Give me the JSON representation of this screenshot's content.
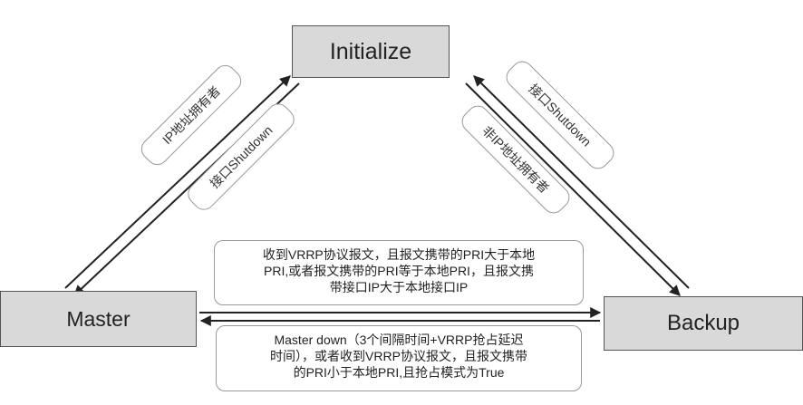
{
  "states": {
    "initialize": "Initialize",
    "master": "Master",
    "backup": "Backup"
  },
  "labels": {
    "master_up": "IP地址拥有者",
    "master_down": "接口Shutdown",
    "backup_up": "非IP地址拥有者",
    "backup_down": "接口Shutdown"
  },
  "transitions": {
    "backup_to_master": [
      "收到VRRP协议报文，且报文携带的PRI大于本地",
      "PRI,或者报文携带的PRI等于本地PRI，且报文携",
      "带接口IP大于本地接口IP"
    ],
    "master_to_backup": [
      "Master down（3个间隔时间+VRRP抢占延迟",
      "时间），或者收到VRRP协议报文，且报文携带",
      "的PRI小于本地PRI,且抢占模式为True"
    ]
  }
}
